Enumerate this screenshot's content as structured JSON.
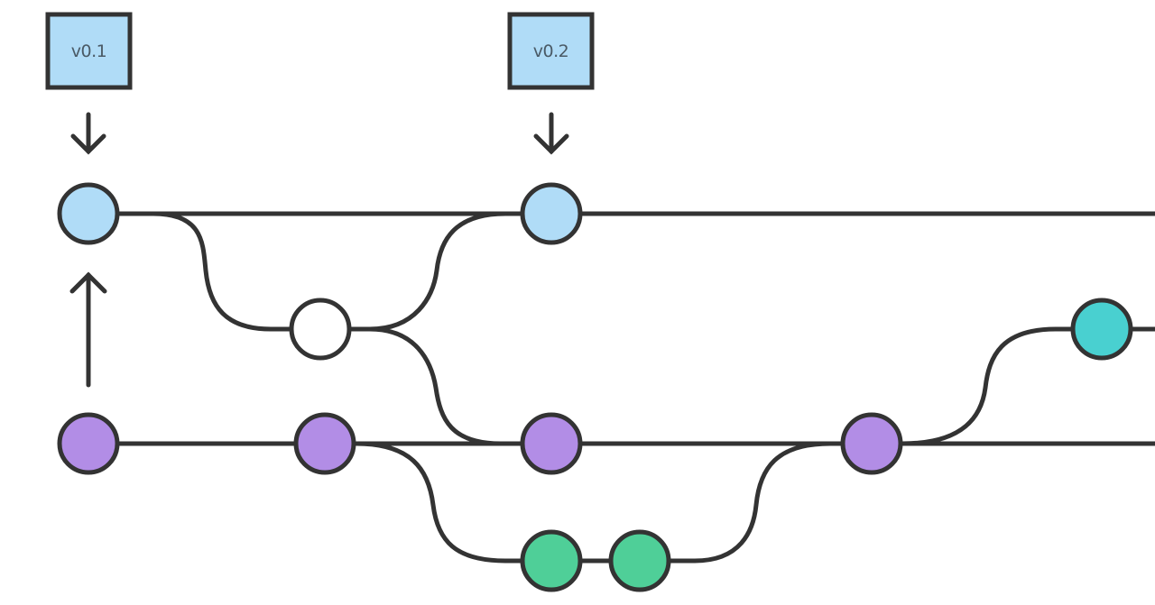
{
  "colors": {
    "stroke": "#333333",
    "tag_fill": "#b0dcf7",
    "main_commit": "#b0dcf7",
    "hotfix_commit": "#ffffff",
    "develop_commit": "#b28de6",
    "feature_commit": "#4fcf98",
    "release_commit": "#49d0d0",
    "background": "#ffffff"
  },
  "tags": [
    {
      "label": "v0.1"
    },
    {
      "label": "v0.2"
    }
  ],
  "commits": [
    {
      "id": "main-1",
      "kind": "main"
    },
    {
      "id": "main-2",
      "kind": "main"
    },
    {
      "id": "hotfix-1",
      "kind": "hotfix"
    },
    {
      "id": "release-1",
      "kind": "release"
    },
    {
      "id": "develop-1",
      "kind": "develop"
    },
    {
      "id": "develop-2",
      "kind": "develop"
    },
    {
      "id": "develop-3",
      "kind": "develop"
    },
    {
      "id": "develop-4",
      "kind": "develop"
    },
    {
      "id": "feature-1",
      "kind": "feature"
    },
    {
      "id": "feature-2",
      "kind": "feature"
    }
  ]
}
